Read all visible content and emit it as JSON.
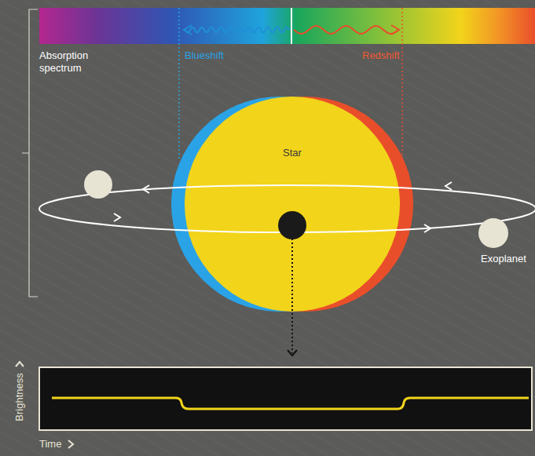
{
  "diagram": {
    "nodes": [
      {
        "text": [
          "Star"
        ]
      }
    ],
    "labels": [
      "Absorption spectrum",
      "Blueshift",
      "Redshift",
      "Exoplanet",
      "Brightness",
      "Time"
    ]
  }
}
